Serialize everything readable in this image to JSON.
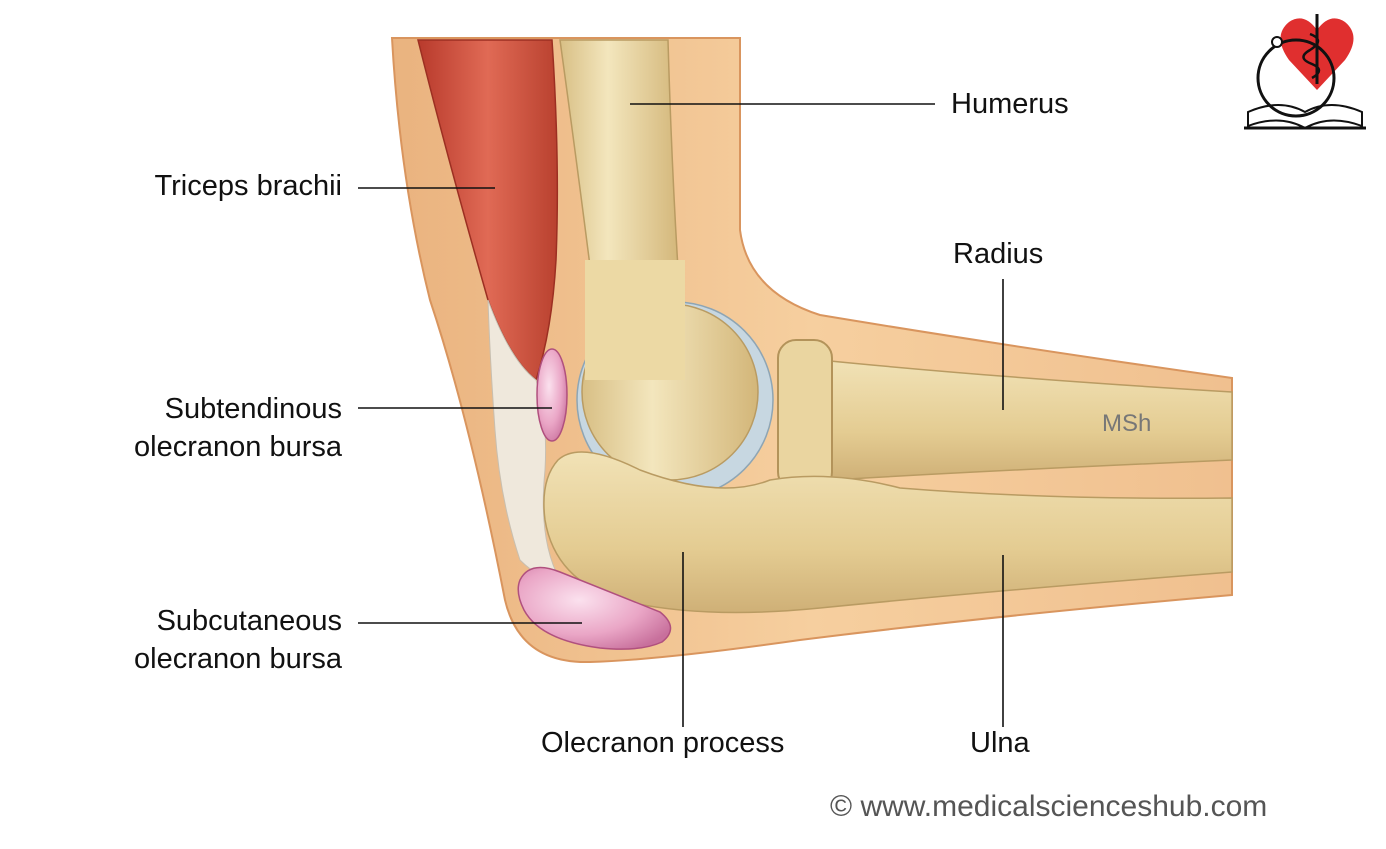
{
  "labels": {
    "humerus": "Humerus",
    "triceps": "Triceps brachii",
    "radius": "Radius",
    "subtendinous_1": "Subtendinous",
    "subtendinous_2": "olecranon bursa",
    "subcutaneous_1": "Subcutaneous",
    "subcutaneous_2": "olecranon bursa",
    "olecranon_process": "Olecranon process",
    "ulna": "Ulna"
  },
  "watermark": "MSh",
  "copyright": "© www.medicalscienceshub.com",
  "colors": {
    "skin": "#f2c391",
    "skin_edge": "#e2a06a",
    "bone": "#ecd9a4",
    "bone_shadow": "#c9ad72",
    "muscle": "#cc4d3c",
    "tendon": "#ece6dc",
    "cartilage": "#c9d8e2",
    "bursa": "#e8a3c4",
    "logo_heart": "#e02f2f"
  },
  "icons": {
    "logo": "heart-caduceus-book-logo"
  }
}
